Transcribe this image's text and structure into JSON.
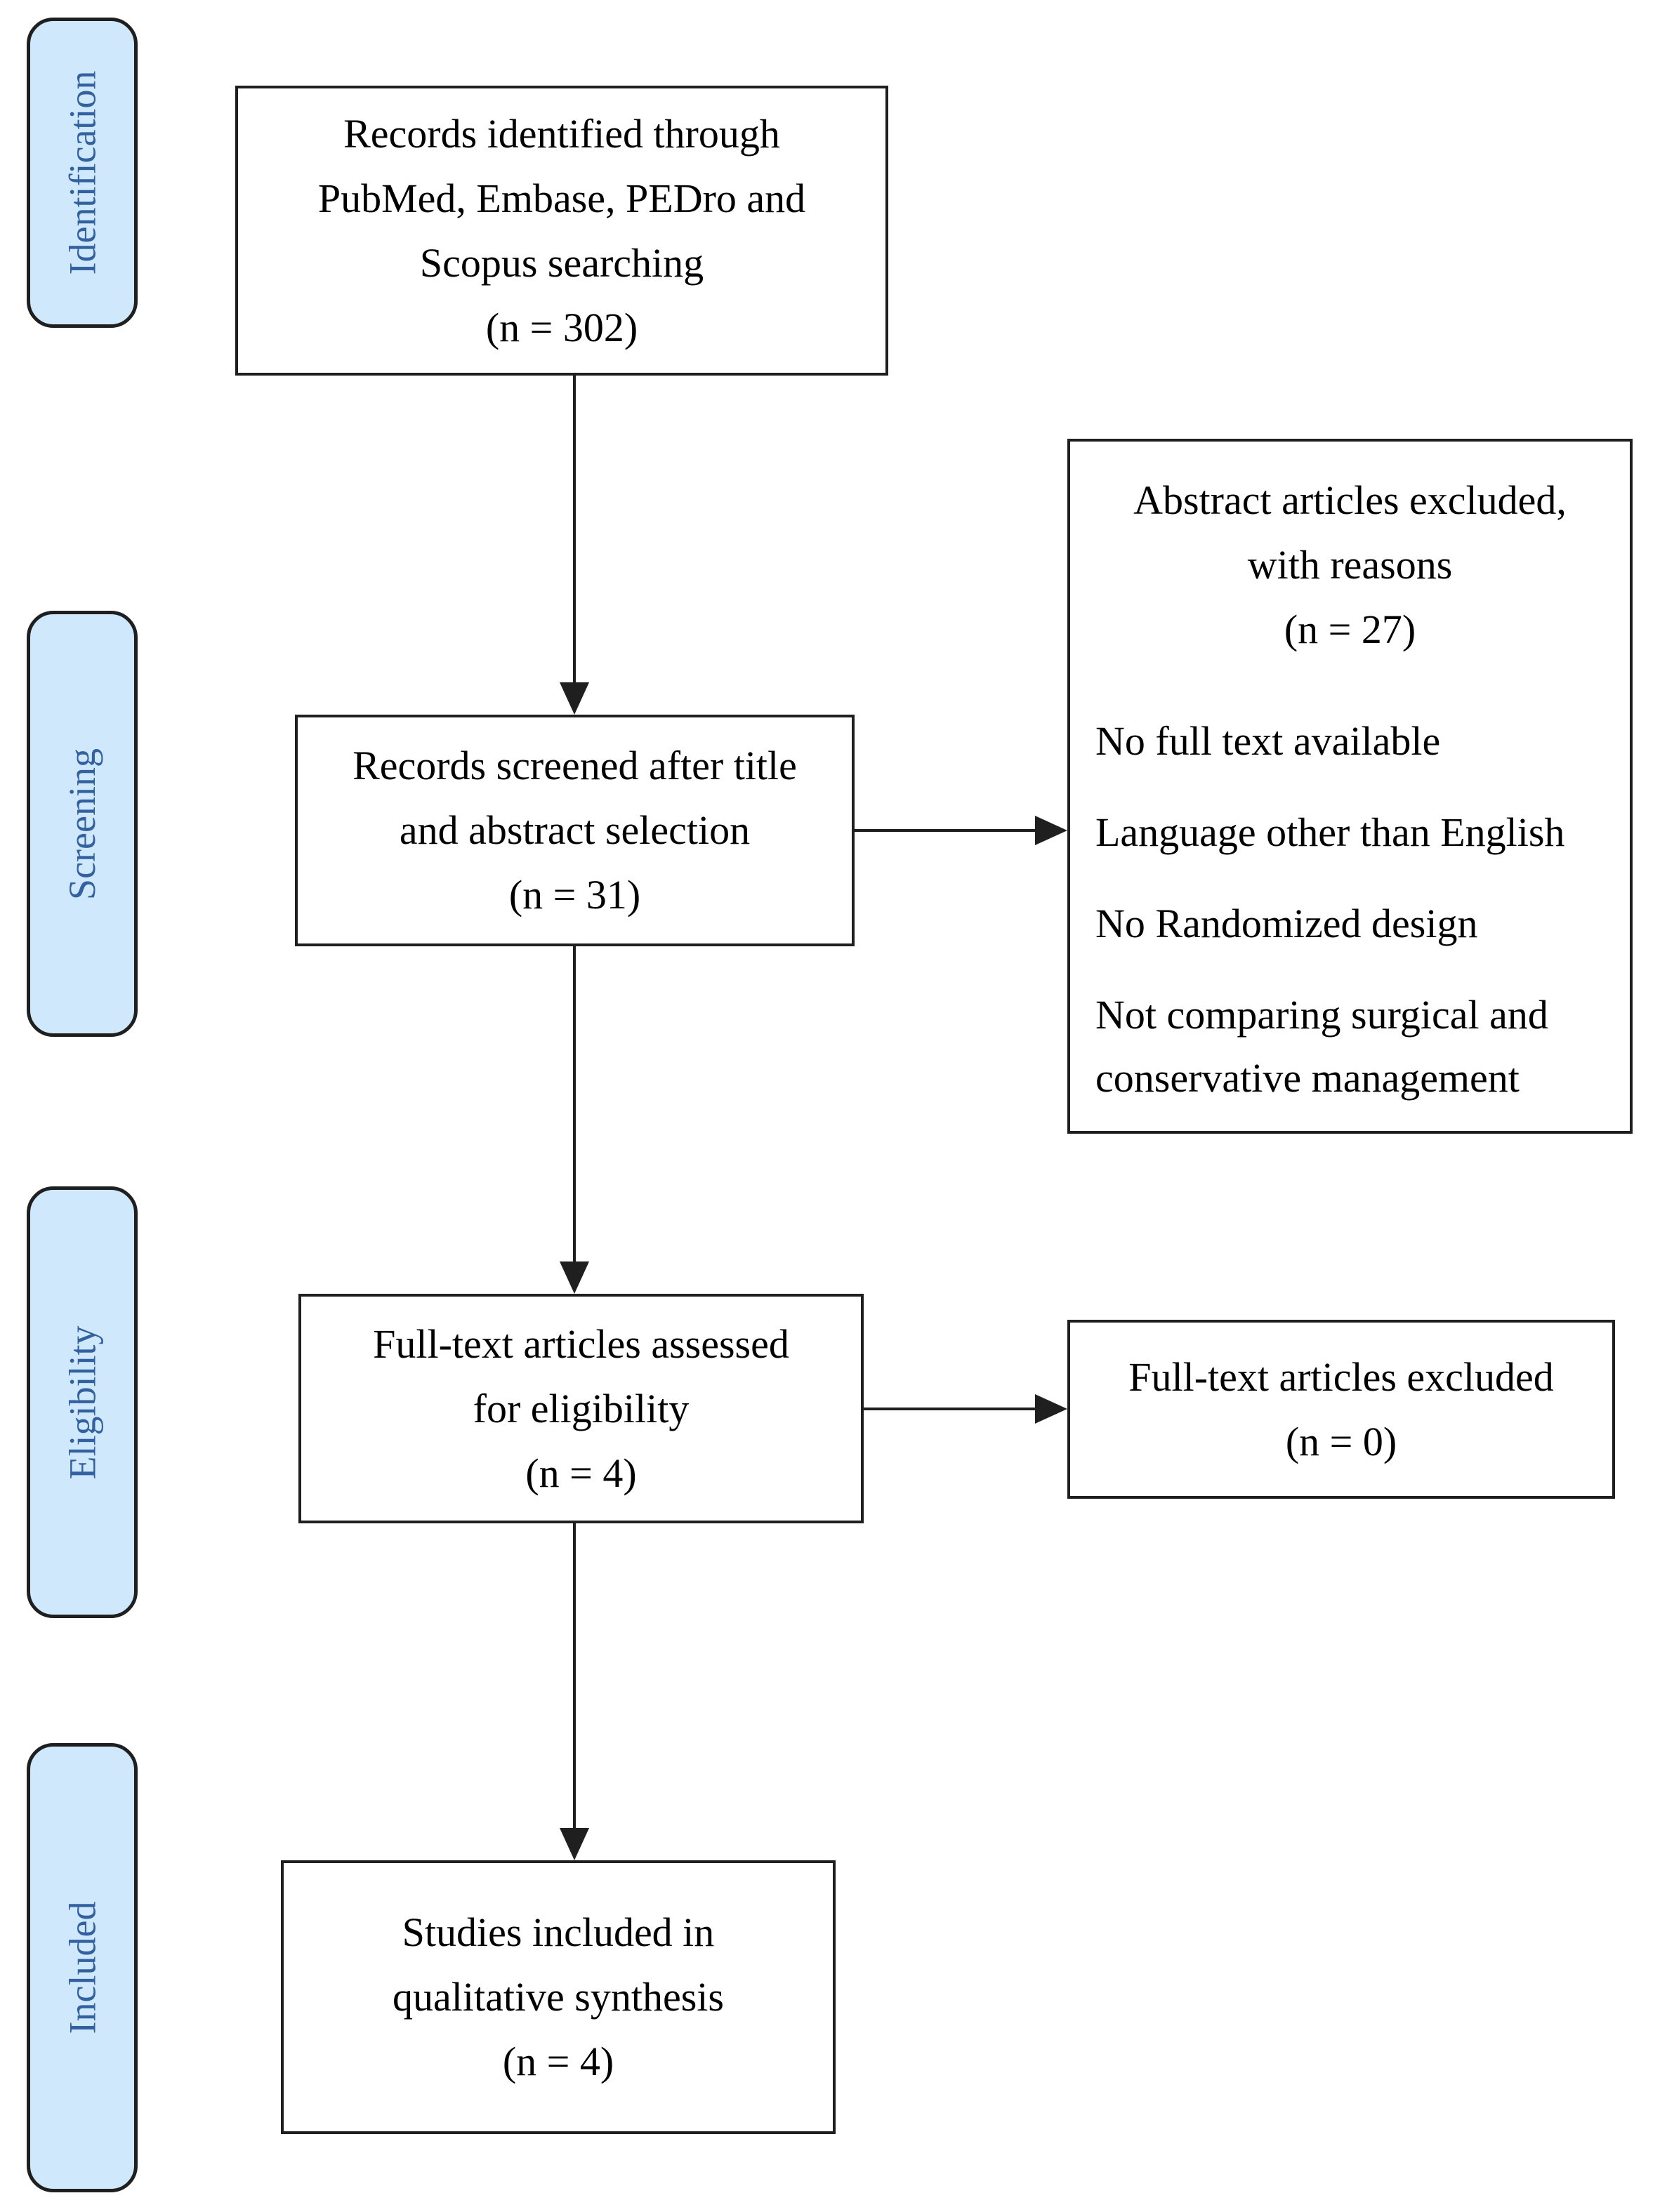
{
  "colors": {
    "stage_fill": "#cfe8fb",
    "stage_text": "#33619f",
    "border": "#1f1f1f"
  },
  "stages": [
    {
      "label": "Identification"
    },
    {
      "label": "Screening"
    },
    {
      "label": "Eligibility"
    },
    {
      "label": "Included"
    }
  ],
  "flow": {
    "identified": {
      "line1": "Records identified through",
      "line2": "PubMed, Embase, PEDro and",
      "line3": "Scopus searching",
      "count": "(n = 302)"
    },
    "screened": {
      "line1": "Records screened after title",
      "line2": "and abstract selection",
      "count": "(n = 31)"
    },
    "fulltext_assessed": {
      "line1": "Full-text articles assessed",
      "line2": "for eligibility",
      "count": "(n = 4)"
    },
    "included_studies": {
      "line1": "Studies included in",
      "line2": "qualitative synthesis",
      "count": "(n = 4)"
    }
  },
  "exclusions": {
    "abstract": {
      "title1": "Abstract articles excluded,",
      "title2": "with reasons",
      "count": "(n = 27)",
      "reasons": [
        "No full text available",
        "Language other than English",
        "No Randomized design",
        "Not comparing surgical and conservative management"
      ]
    },
    "fulltext": {
      "line1": "Full-text articles excluded",
      "count": "(n = 0)"
    }
  }
}
